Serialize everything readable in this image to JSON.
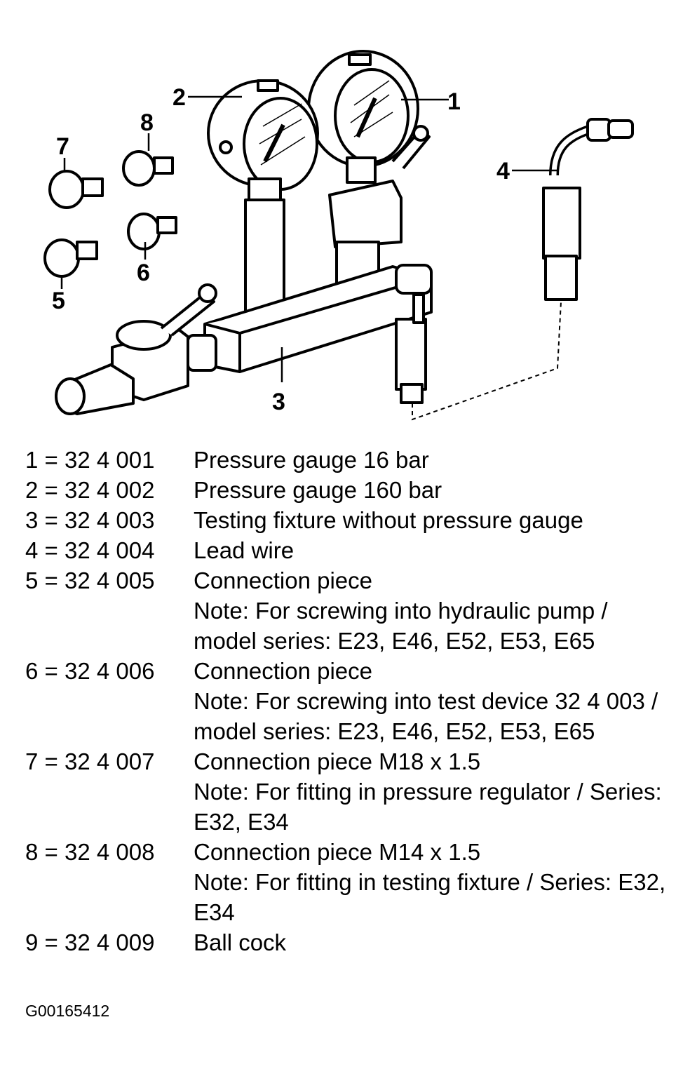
{
  "callouts": [
    "1",
    "2",
    "3",
    "4",
    "5",
    "6",
    "7",
    "8"
  ],
  "legend": [
    {
      "code": "1 = 32 4 001",
      "desc": "Pressure gauge 16 bar",
      "note": ""
    },
    {
      "code": "2 = 32 4 002",
      "desc": "Pressure gauge 160 bar",
      "note": ""
    },
    {
      "code": "3 = 32 4 003",
      "desc": "Testing fixture without pressure gauge",
      "note": ""
    },
    {
      "code": "4 = 32 4 004",
      "desc": "Lead wire",
      "note": ""
    },
    {
      "code": "5 = 32 4 005",
      "desc": "Connection piece",
      "note": "Note: For screwing into hydraulic pump / model series: E23, E46, E52, E53, E65"
    },
    {
      "code": "6 = 32 4 006",
      "desc": "Connection piece",
      "note": "Note: For screwing into test device 32 4 003 / model series: E23, E46, E52, E53, E65"
    },
    {
      "code": "7 = 32 4 007",
      "desc": "Connection piece M18 x 1.5",
      "note": "Note: For fitting in pressure regulator / Series: E32, E34"
    },
    {
      "code": "8 = 32 4 008",
      "desc": "Connection piece M14 x 1.5",
      "note": "Note: For fitting in testing fixture / Series: E32, E34"
    },
    {
      "code": "9 = 32 4 009",
      "desc": "Ball cock",
      "note": ""
    }
  ],
  "figure_id": "G00165412"
}
